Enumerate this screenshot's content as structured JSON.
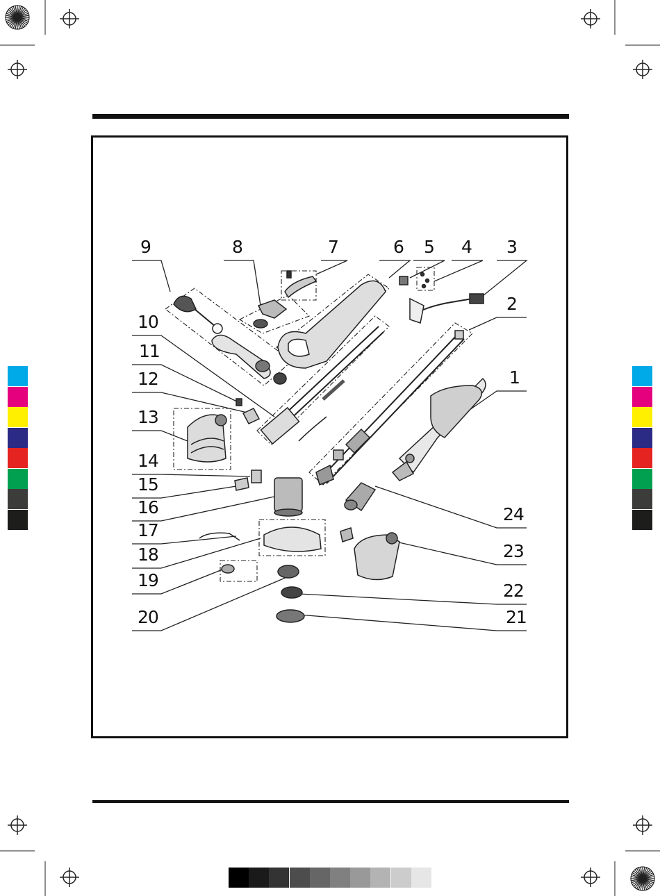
{
  "diagram": {
    "callouts": [
      {
        "num": "9"
      },
      {
        "num": "8"
      },
      {
        "num": "7"
      },
      {
        "num": "6"
      },
      {
        "num": "5"
      },
      {
        "num": "4"
      },
      {
        "num": "3"
      },
      {
        "num": "2"
      },
      {
        "num": "1"
      },
      {
        "num": "10"
      },
      {
        "num": "11"
      },
      {
        "num": "12"
      },
      {
        "num": "13"
      },
      {
        "num": "14"
      },
      {
        "num": "15"
      },
      {
        "num": "16"
      },
      {
        "num": "17"
      },
      {
        "num": "18"
      },
      {
        "num": "19"
      },
      {
        "num": "20"
      },
      {
        "num": "24"
      },
      {
        "num": "23"
      },
      {
        "num": "22"
      },
      {
        "num": "21"
      }
    ]
  },
  "print_marks": {
    "cmyk_colors": [
      "#00a9e8",
      "#e5007e",
      "#fff000",
      "#2b2a84",
      "#e52321",
      "#00a050",
      "#3c3c3b",
      "#1d1d1b"
    ],
    "gray_steps": [
      "#000000",
      "#1a1a1a",
      "#333333",
      "#4d4d4d",
      "#666666",
      "#808080",
      "#999999",
      "#b3b3b3",
      "#cccccc",
      "#e6e6e6"
    ]
  }
}
